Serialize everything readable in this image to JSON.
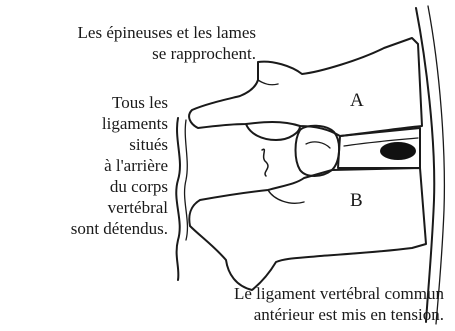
{
  "labels": {
    "top": "Les épineuses et les lames\nse rapprochent.",
    "left": "Tous les\nligaments\nsitués\nà l'arrière\ndu corps\nvertébral\nsont détendus.",
    "bottom": "Le ligament vertébral commun\nantérieur est mis en tension."
  },
  "vertebrae": {
    "upper": "A",
    "lower": "B"
  }
}
